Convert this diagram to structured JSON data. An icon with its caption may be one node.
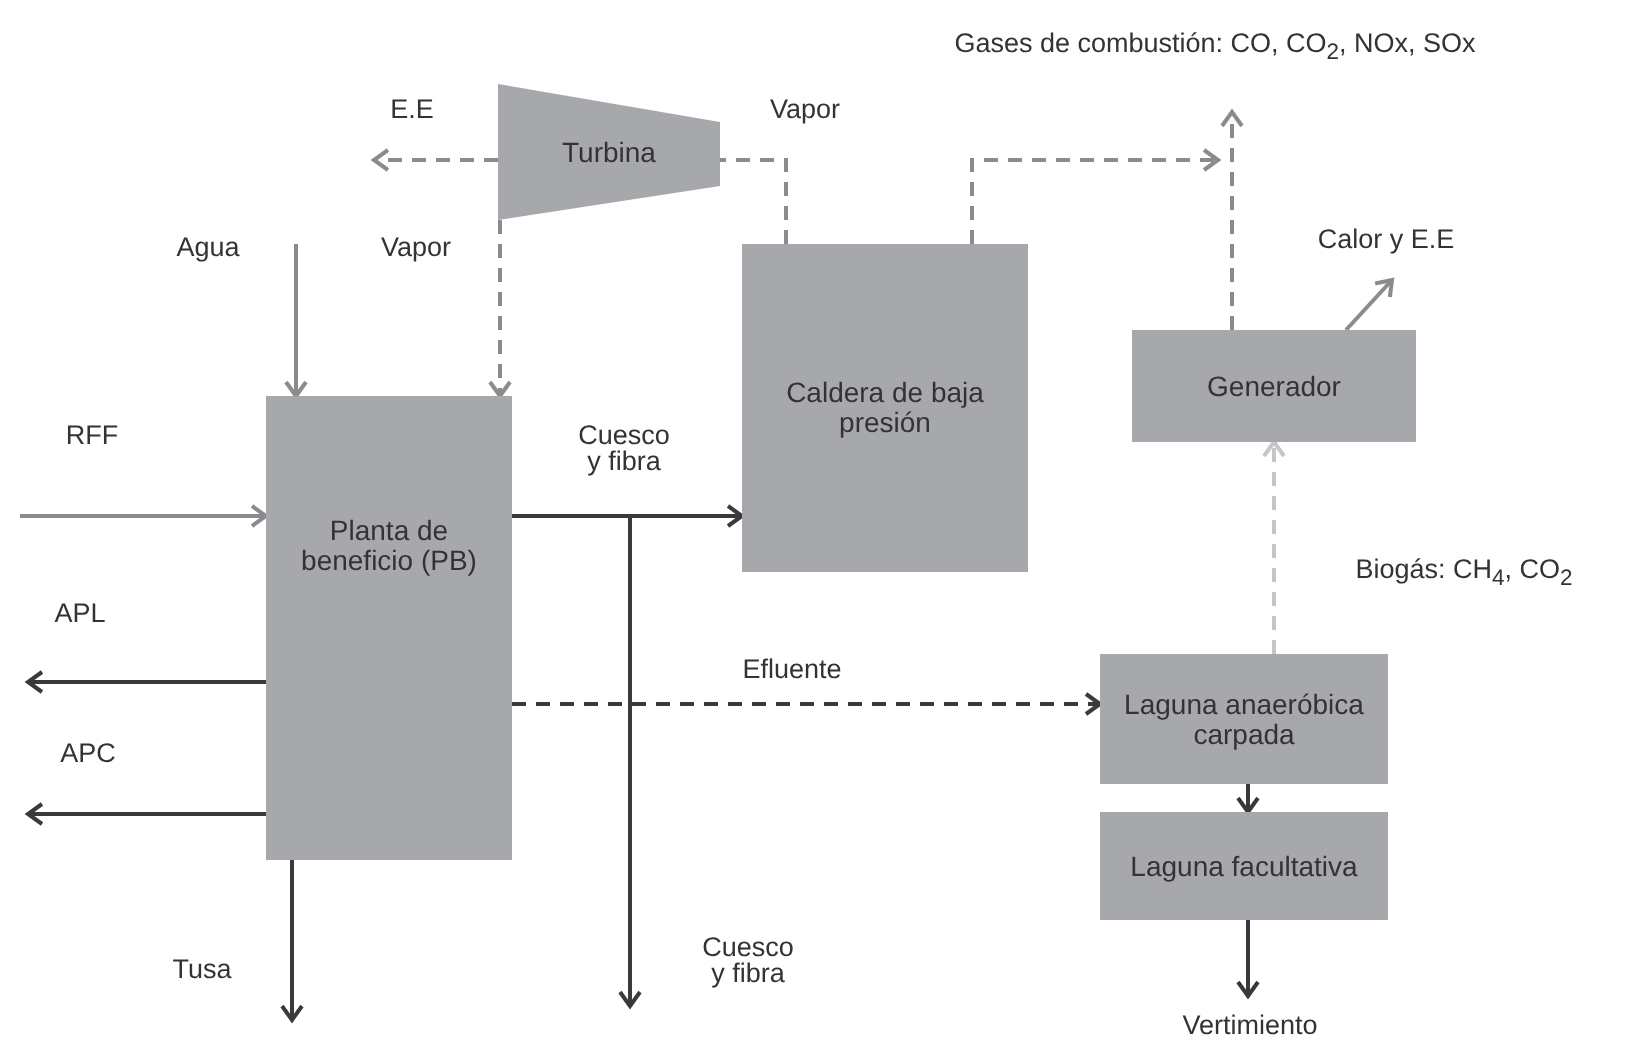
{
  "diagram": {
    "nodes": [
      {
        "text": [
          "Turbina"
        ]
      },
      {
        "text": [
          "Planta de beneficio (PB)"
        ]
      },
      {
        "text": [
          "Caldera de baja presión"
        ]
      },
      {
        "text": [
          "Generador"
        ]
      },
      {
        "text": [
          "Laguna anaeróbica carpada"
        ]
      },
      {
        "text": [
          "Laguna facultativa"
        ]
      }
    ],
    "edges": [
      {
        "from": 2,
        "to": 0,
        "arrow": "none",
        "label": "Vapor",
        "style": "dashed",
        "color": "#8b8b8d"
      },
      {
        "from": 0,
        "to": null,
        "arrow": "to",
        "label": "E.E",
        "style": "dashed",
        "color": "#8b8b8d"
      },
      {
        "from": 0,
        "to": 1,
        "arrow": "to",
        "label": "Vapor",
        "style": "dashed",
        "color": "#8b8b8d"
      },
      {
        "from": null,
        "to": 1,
        "arrow": "to",
        "label": "Agua",
        "color": "#8b8b8d"
      },
      {
        "from": null,
        "to": 1,
        "arrow": "to",
        "label": "RFF",
        "color": "#8b8b8d"
      },
      {
        "from": 1,
        "to": 2,
        "arrow": "to",
        "label": "Cuesco y fibra"
      },
      {
        "from": 1,
        "to": null,
        "arrow": "to",
        "label": "Cuesco y fibra"
      },
      {
        "from": 1,
        "to": null,
        "arrow": "to",
        "label": "APL"
      },
      {
        "from": 1,
        "to": null,
        "arrow": "to",
        "label": "APC"
      },
      {
        "from": 1,
        "to": null,
        "arrow": "to",
        "label": "Tusa"
      },
      {
        "from": 1,
        "to": 4,
        "arrow": "to",
        "label": "Efluente",
        "style": "dashed"
      },
      {
        "from": 2,
        "to": null,
        "arrow": "to",
        "style": "dashed",
        "color": "#8b8b8d"
      },
      {
        "from": 3,
        "to": null,
        "arrow": "to",
        "label": "Gases de combustión: CO, CO$_{2}$, NOx, SOx",
        "style": "dashed",
        "color": "#8b8b8d"
      },
      {
        "from": 3,
        "to": null,
        "arrow": "to",
        "label": "Calor y E.E",
        "color": "#8b8b8d"
      },
      {
        "from": 4,
        "to": 3,
        "arrow": "to",
        "label": "Biogás: CH$_{4}$, CO$_{2}$",
        "style": "dashed",
        "color": "#c6c6c8"
      },
      {
        "from": 4,
        "to": 5,
        "arrow": "to"
      },
      {
        "from": 5,
        "to": null,
        "arrow": "to",
        "label": "Vertimiento"
      }
    ]
  }
}
